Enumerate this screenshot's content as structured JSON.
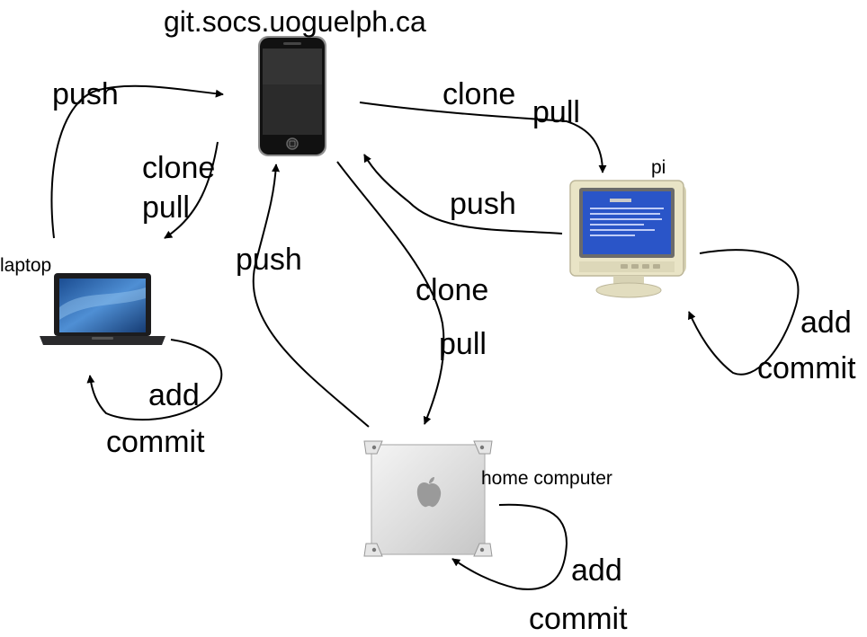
{
  "nodes": {
    "server": {
      "label": "git.socs.uoguelph.ca",
      "icon": "iphone-icon"
    },
    "pi": {
      "label": "pi",
      "icon": "crt-monitor-icon"
    },
    "laptop": {
      "label": "laptop",
      "icon": "laptop-icon"
    },
    "home": {
      "label": "home computer",
      "icon": "power-mac-tower-icon"
    }
  },
  "edges": {
    "laptop_push": {
      "label": "push"
    },
    "server_laptop": {
      "line1": "clone",
      "line2": "pull"
    },
    "server_pi": {
      "line1": "clone",
      "line2": "pull"
    },
    "pi_push": {
      "label": "push"
    },
    "home_push": {
      "label": "push"
    },
    "server_home": {
      "line1": "clone",
      "line2": "pull"
    },
    "laptop_loop": {
      "line1": "add",
      "line2": "commit"
    },
    "pi_loop": {
      "line1": "add",
      "line2": "commit"
    },
    "home_loop": {
      "line1": "add",
      "line2": "commit"
    }
  },
  "colors": {
    "stroke": "#000000",
    "screen_blue": "#2a55c8",
    "crt_beige": "#e9e4c6",
    "laptop_body": "#1c1c1e",
    "tower_silver": "#dcdcdc"
  }
}
